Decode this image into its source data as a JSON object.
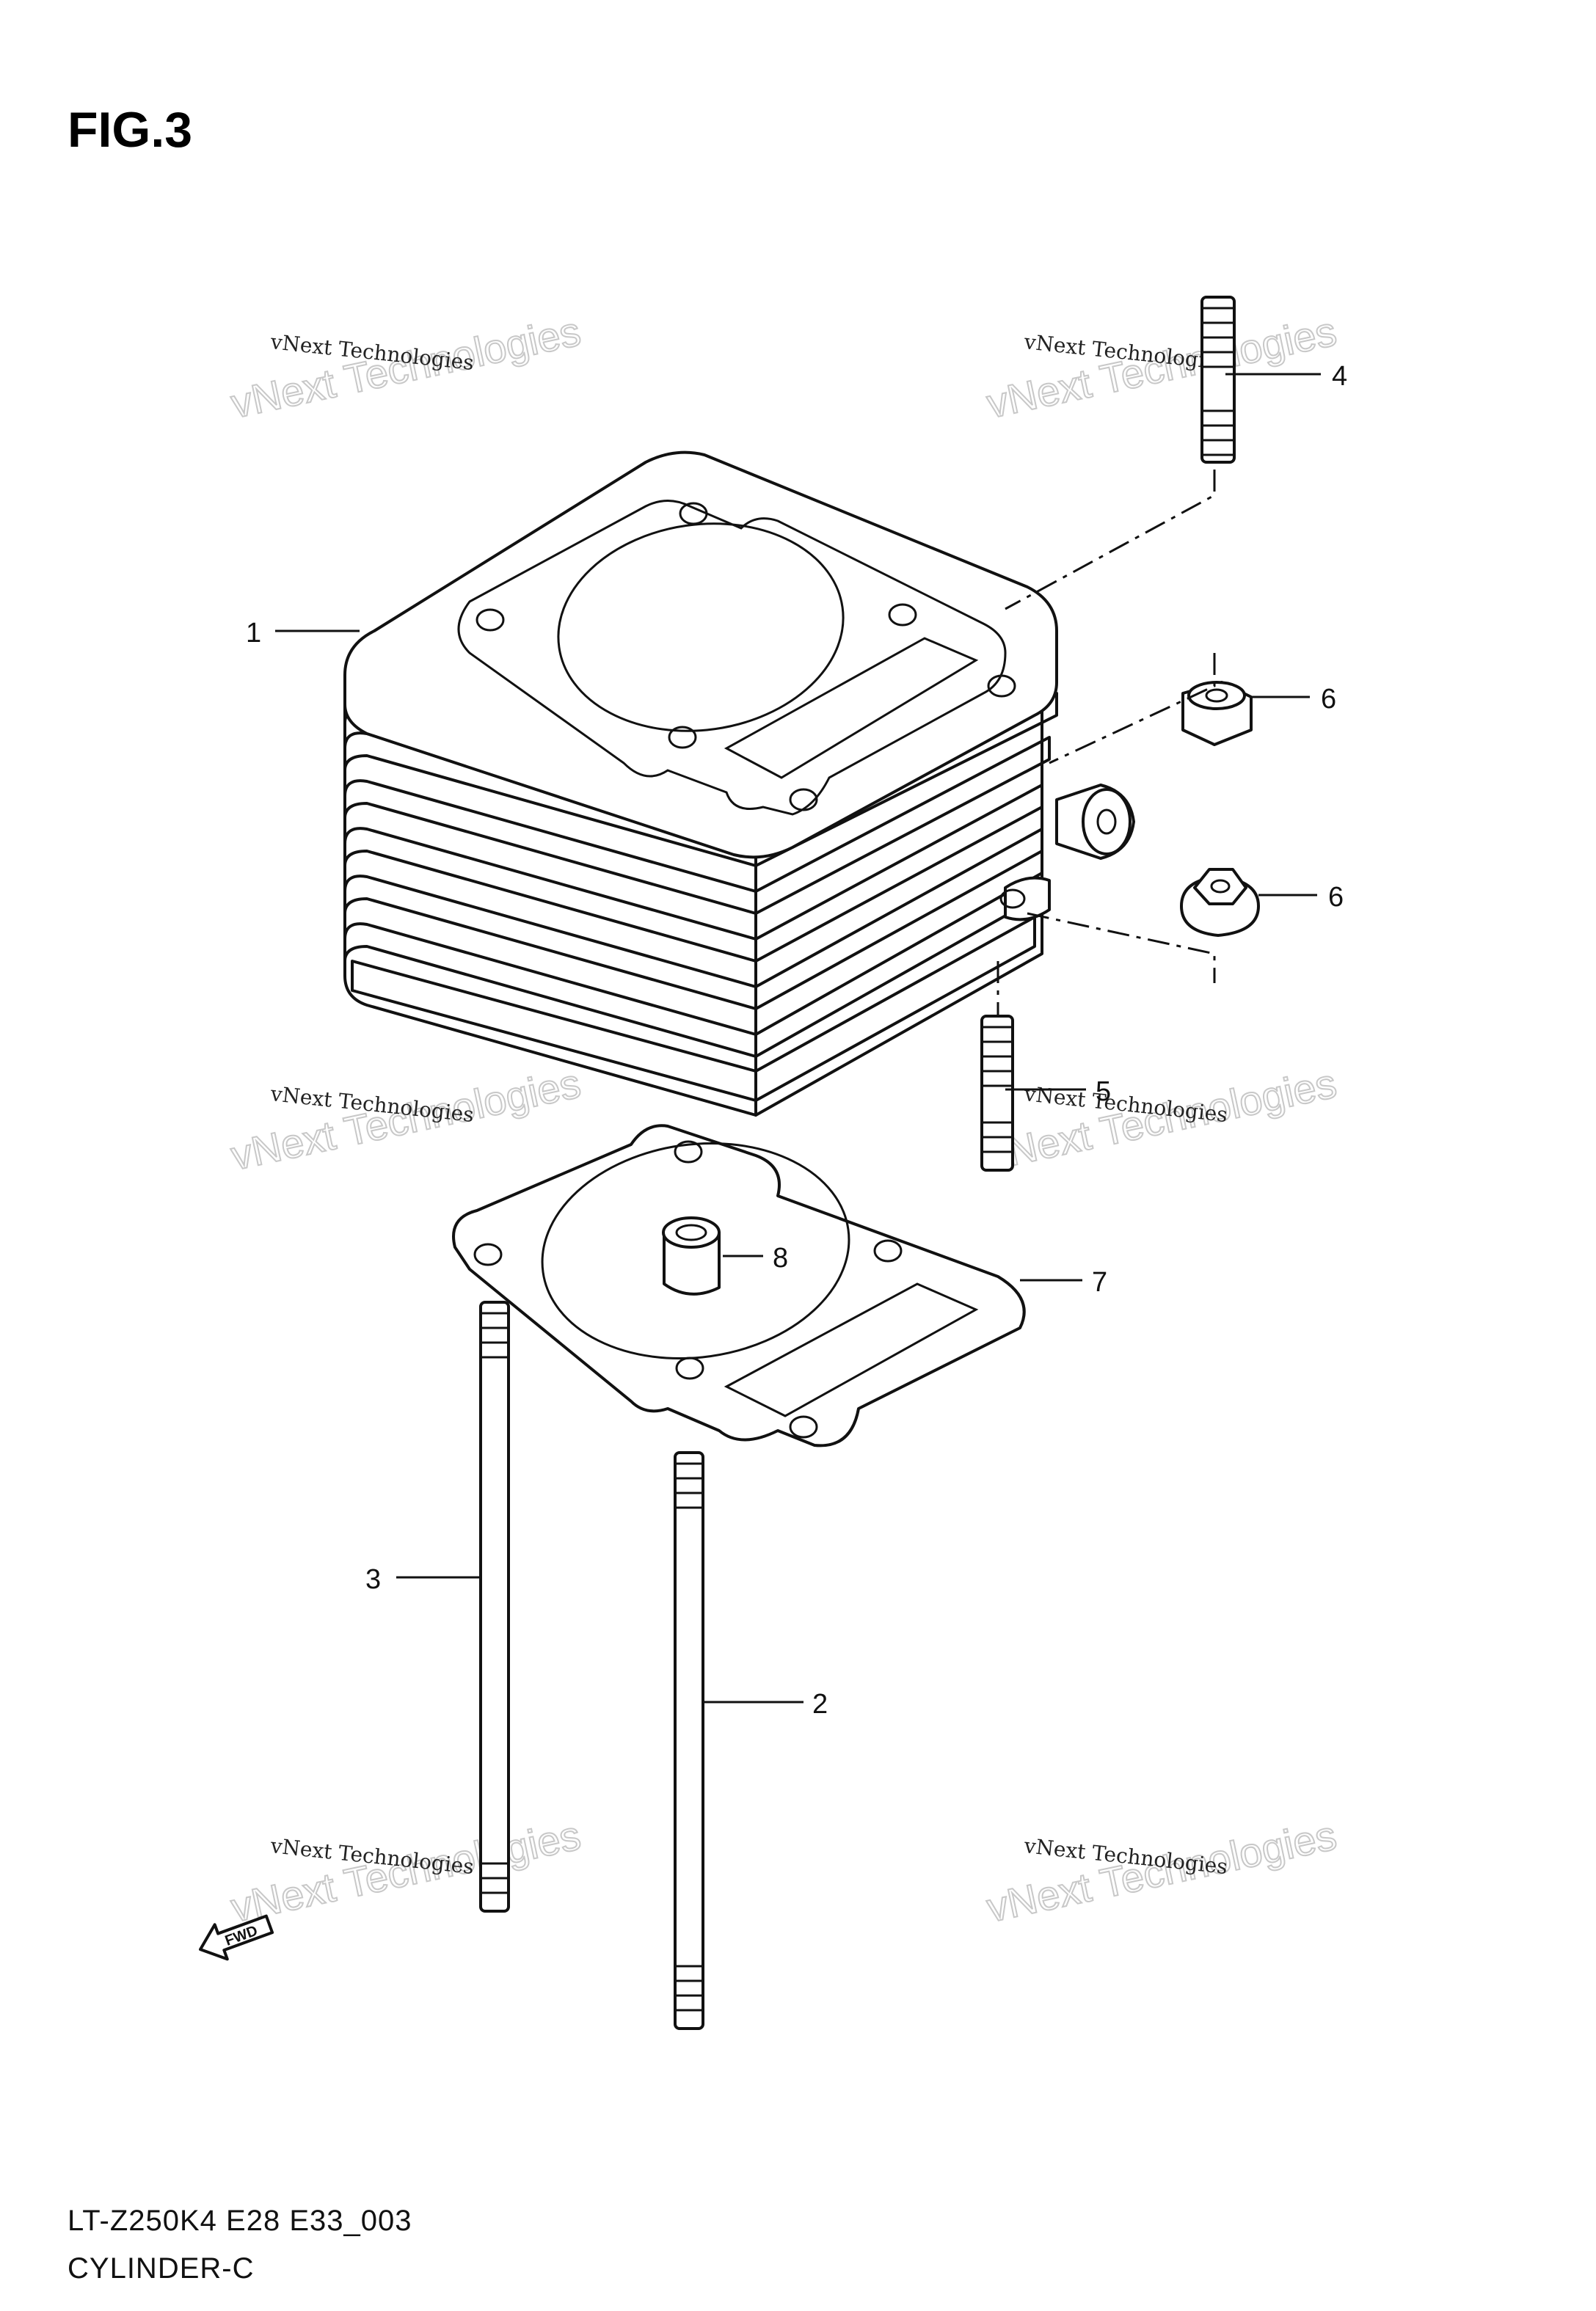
{
  "figure_title": "FIG.3",
  "footer": {
    "model_code": "LT-Z250K4 E28 E33_003",
    "section_name": "CYLINDER-C"
  },
  "watermark": {
    "line1": "vNext Technologies",
    "line2": "vNext Technologies"
  },
  "fwd_label": "FWD",
  "callouts": [
    {
      "id": "1"
    },
    {
      "id": "2"
    },
    {
      "id": "3"
    },
    {
      "id": "4"
    },
    {
      "id": "5"
    },
    {
      "id": "6"
    },
    {
      "id": "6"
    },
    {
      "id": "7"
    },
    {
      "id": "8"
    }
  ]
}
